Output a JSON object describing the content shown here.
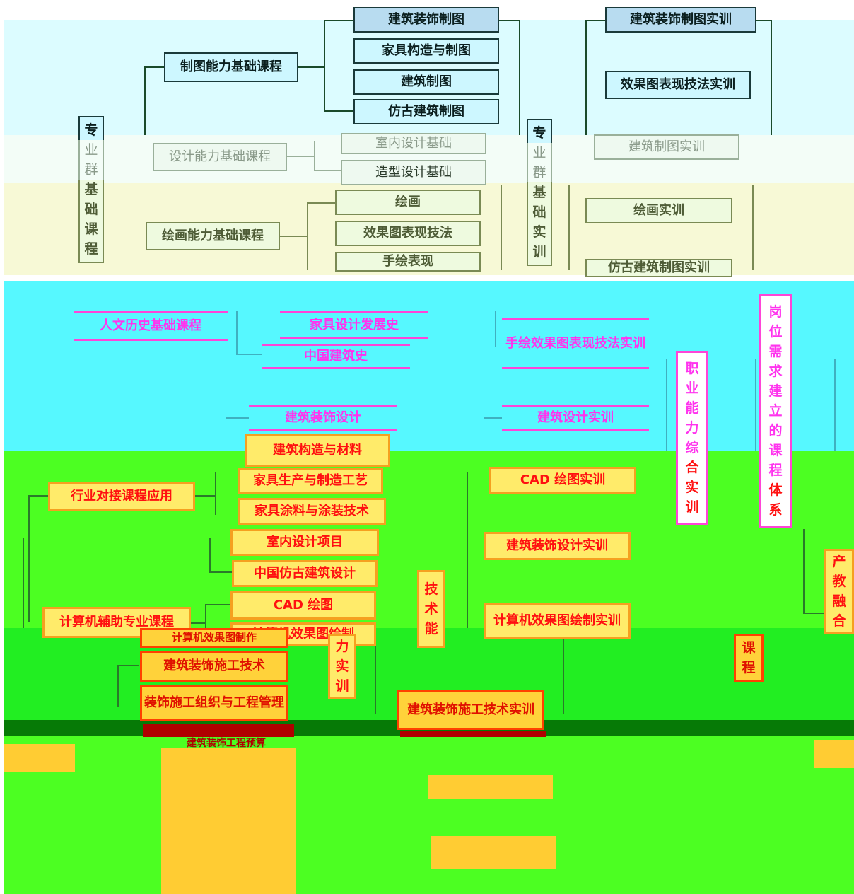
{
  "left_group": {
    "outer_label": [
      "专",
      "业",
      "群",
      "基",
      "础",
      "课",
      "程"
    ],
    "drawing": {
      "label": "制图能力基础课程",
      "items": [
        "建筑装饰制图",
        "家具构造与制图",
        "建筑制图",
        "仿古建筑制图"
      ]
    },
    "design": {
      "label": "设计能力基础课程",
      "items": [
        "室内设计基础",
        "造型设计基础"
      ]
    },
    "painting": {
      "label": "绘画能力基础课程",
      "items": [
        "绘画",
        "效果图表现技法",
        "手绘表现"
      ]
    }
  },
  "mid_group": {
    "outer_label": [
      "专",
      "业",
      "群",
      "基",
      "础",
      "实",
      "训"
    ],
    "items": [
      "建筑装饰制图实训",
      "效果图表现技法实训",
      "建筑制图实训",
      "绘画实训",
      "仿古建筑制图实训"
    ]
  },
  "history": {
    "label": "人文历史基础课程",
    "items": [
      "家具设计发展史",
      "中国建筑史"
    ]
  },
  "handdrawn_training": "手绘效果图表现技法实训",
  "industry": {
    "label": "行业对接课程应用",
    "items": [
      "建筑装饰设计",
      "建筑构造与材料",
      "家具生产与制造工艺",
      "家具涂料与涂装技术",
      "室内设计项目",
      "中国仿古建筑设计"
    ]
  },
  "computer": {
    "label": "计算机辅助专业课程",
    "items": [
      "CAD 绘图",
      "计算机效果图绘制",
      "计算机效果图制作"
    ]
  },
  "construction": {
    "items": [
      "建筑装饰施工技术",
      "装饰施工组织与工程管理",
      "建筑装饰工程预算"
    ]
  },
  "trainings": [
    "建筑设计实训",
    "CAD 绘图实训",
    "建筑装饰设计实训",
    "计算机效果图绘制实训",
    "建筑装饰施工技术实训"
  ],
  "tech_label": [
    "技",
    "术",
    "能",
    "力",
    "实",
    "训"
  ],
  "vocational_label": [
    "职",
    "业",
    "能",
    "力",
    "综",
    "合",
    "实",
    "训"
  ],
  "system_label": [
    "岗",
    "位",
    "需",
    "求",
    "建",
    "立",
    "的",
    "课",
    "程",
    "体",
    "系"
  ],
  "industry_edu": [
    "产",
    "教",
    "融",
    "合"
  ],
  "course_label": [
    "课",
    "程"
  ],
  "colors": {
    "cyan": "#56f8ff",
    "green": "#4cff22",
    "yellow": "#f5f5c8",
    "pink": "#ff33ee",
    "red": "#ff1010"
  }
}
